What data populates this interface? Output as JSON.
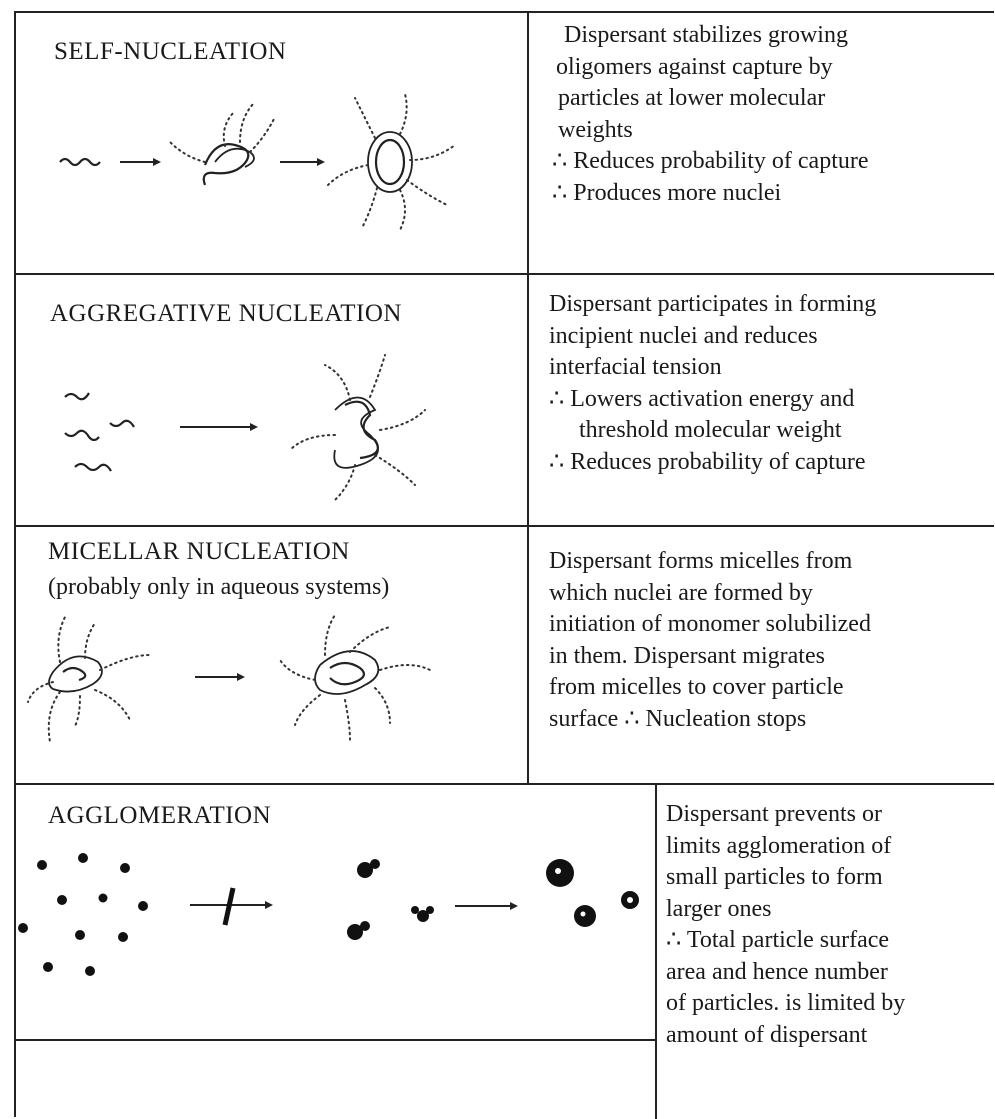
{
  "rows": [
    {
      "title": "SELF-NUCLEATION",
      "lines": [
        "Dispersant stabilizes growing",
        "oligomers against capture by",
        "particles at lower molecular",
        " weights",
        "∴  Reduces probability of capture",
        "∴  Produces more nuclei"
      ]
    },
    {
      "title": "AGGREGATIVE NUCLEATION",
      "lines": [
        "Dispersant participates in forming",
        "incipient nuclei and reduces",
        "interfacial tension",
        "∴  Lowers activation energy and",
        "threshold molecular weight",
        "∴  Reduces probability of capture"
      ]
    },
    {
      "title": "MICELLAR NUCLEATION",
      "subtitle": "(probably only in aqueous systems)",
      "lines": [
        "Dispersant forms micelles from",
        "which nuclei are formed by",
        "initiation of monomer solubilized",
        "in them.  Dispersant migrates",
        "from micelles to cover particle",
        "surface  ∴  Nucleation stops"
      ]
    },
    {
      "title": "AGGLOMERATION",
      "lines": [
        "Dispersant prevents or",
        "limits agglomeration of",
        "small particles to form",
        "larger ones",
        " ∴  Total particle surface",
        "area and hence number",
        "of particles. is limited by",
        "amount of dispersant"
      ]
    }
  ]
}
